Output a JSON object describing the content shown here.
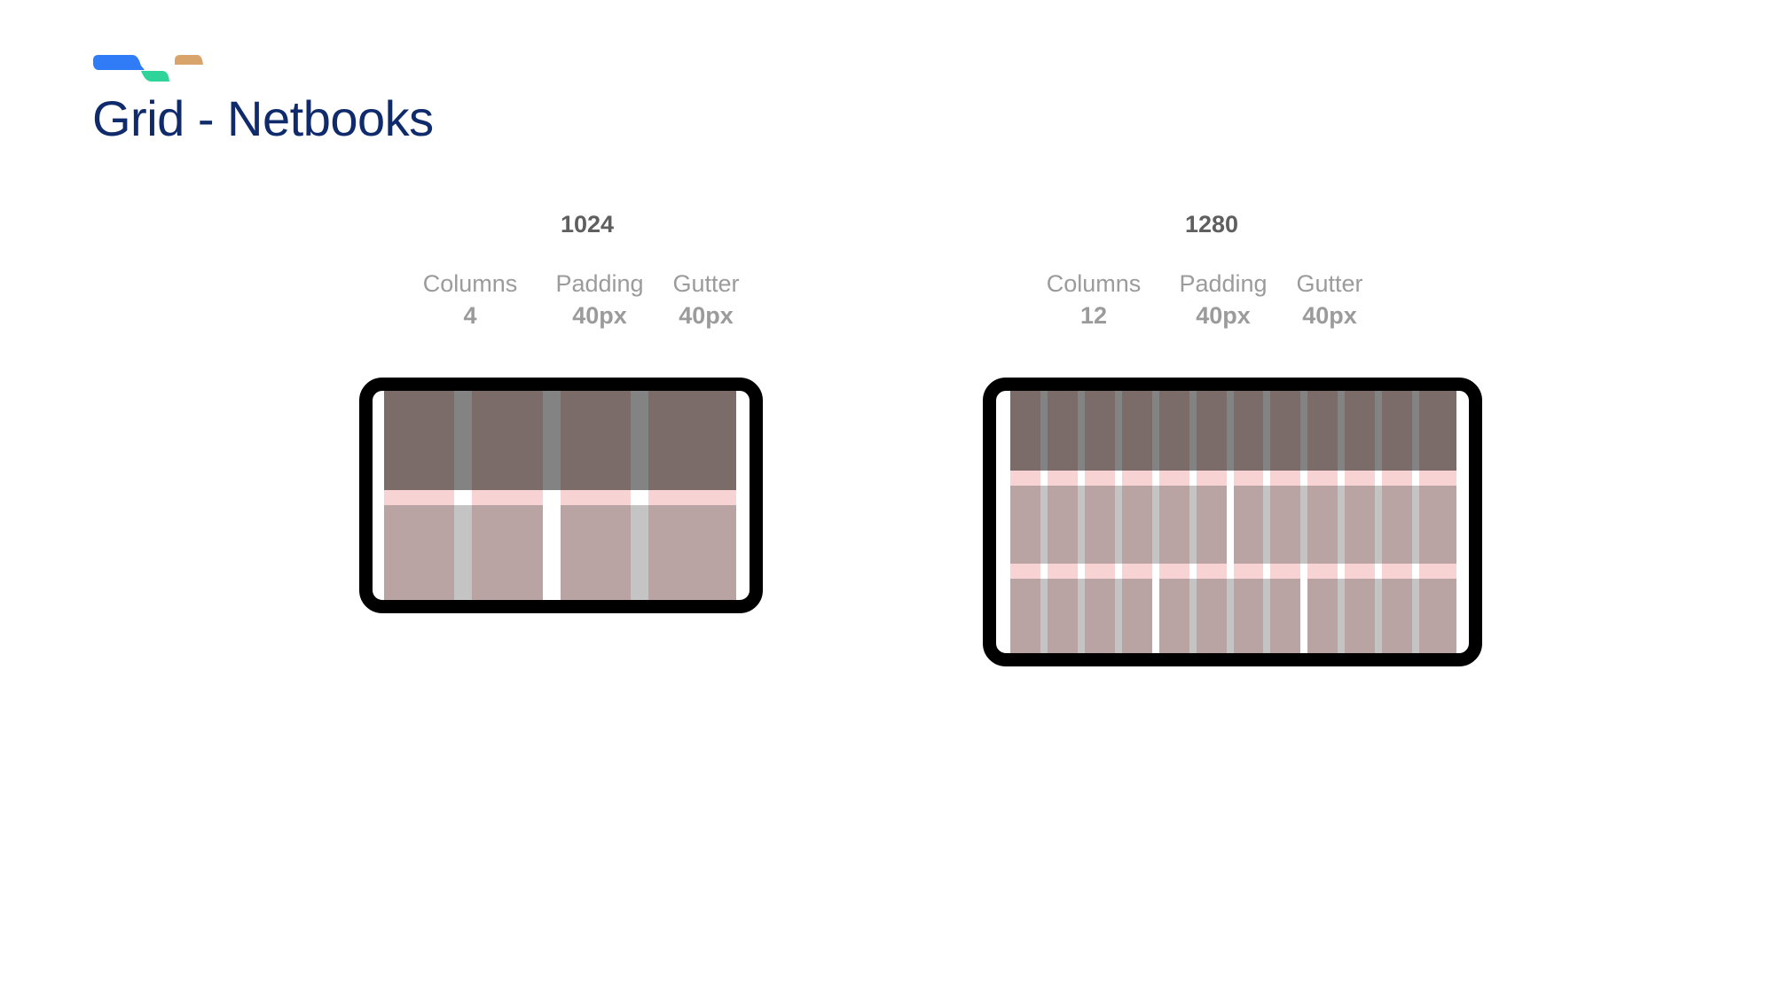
{
  "page": {
    "title": "Grid - Netbooks",
    "logo_colors": [
      "#2f7cf6",
      "#2fd49a",
      "#d9a46a"
    ],
    "title_color": "#0f2b6b"
  },
  "panels": [
    {
      "title": "1024",
      "specs": [
        {
          "label": "Columns",
          "value": "4"
        },
        {
          "label": "Padding",
          "value": "40px"
        },
        {
          "label": "Gutter",
          "value": "40px"
        }
      ],
      "columns": 4
    },
    {
      "title": "1280",
      "specs": [
        {
          "label": "Columns",
          "value": "12"
        },
        {
          "label": "Padding",
          "value": "40px"
        },
        {
          "label": "Gutter",
          "value": "40px"
        }
      ],
      "columns": 12
    }
  ],
  "colors": {
    "frame": "#000000",
    "header": "#7b6b69",
    "header_gutter": "#838383",
    "content": "#b9a4a3",
    "content_gutter": "#c4c4c4",
    "divider": "#f7d4d3"
  }
}
